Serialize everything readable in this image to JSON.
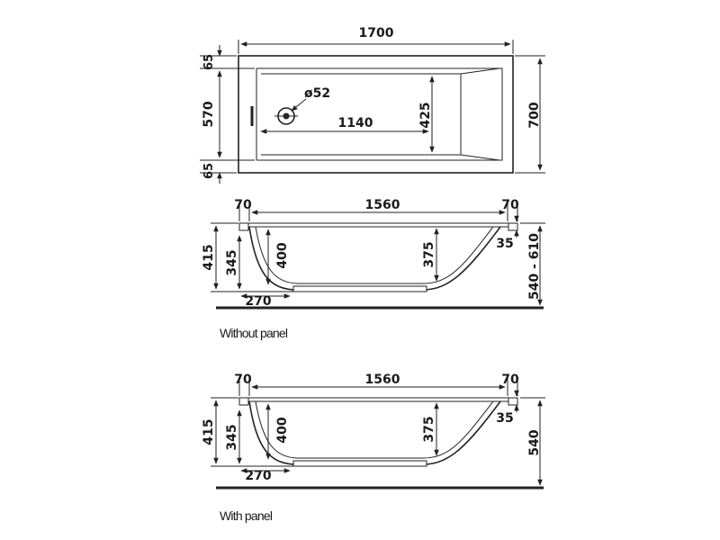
{
  "top_view": {
    "length": "1700",
    "width": "700",
    "rim_top": "65",
    "inner_width": "570",
    "rim_bottom": "65",
    "floor_length": "1140",
    "floor_width": "425",
    "drain_diameter": "ø52"
  },
  "without_panel": {
    "caption": "Without panel",
    "rim_left": "70",
    "inner_length": "1560",
    "rim_right": "70",
    "total_height": "415",
    "inner_depth": "345",
    "depth_left": "400",
    "depth_right": "375",
    "rim_thickness": "35",
    "floor_offset": "270",
    "install_height": "540 - 610"
  },
  "with_panel": {
    "caption": "With panel",
    "rim_left": "70",
    "inner_length": "1560",
    "rim_right": "70",
    "total_height": "415",
    "inner_depth": "345",
    "depth_left": "400",
    "depth_right": "375",
    "rim_thickness": "35",
    "floor_offset": "270",
    "install_height": "540"
  }
}
